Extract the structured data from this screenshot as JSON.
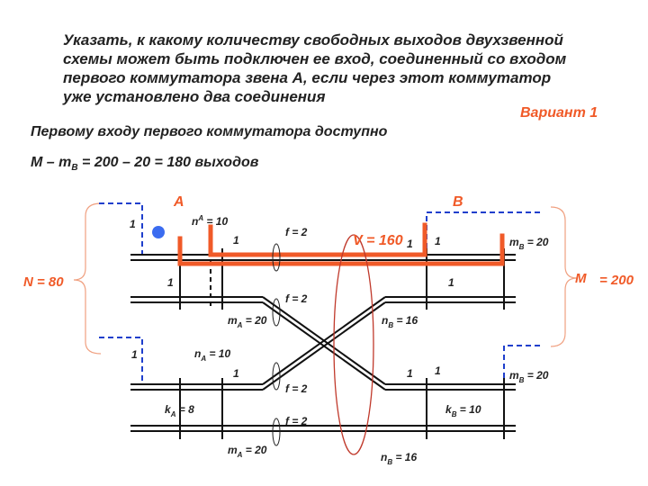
{
  "title_lines": [
    "Указать, к какому количеству свободных выходов двухзвенной",
    "схемы  может быть подключен ее вход, соединенный со входом",
    "первого  коммутатора звена  А, если через этот коммутатор",
    "уже установлено два соединения"
  ],
  "variant": "Вариант 1",
  "subtitle": "Первому входу первого коммутатора доступно",
  "formula": {
    "lead": "M – m",
    "sub": "B",
    "tail": " = 200 – 20 = 180 выходов"
  },
  "diagram": {
    "stage_a": "A",
    "stage_b": "B",
    "n_total": "N = 80",
    "m_total": "M",
    "m_total_value": "= 200",
    "v_label": "V = 160",
    "f_label": "f = 2",
    "one": "1",
    "n_a": {
      "lead": "n",
      "sub": "A",
      "tail": " = 10"
    },
    "m_a": {
      "lead": "m",
      "sub": "A",
      "tail": " = 20"
    },
    "n_b": {
      "lead": "n",
      "sub": "B",
      "tail": " = 16"
    },
    "m_b": {
      "lead": "m",
      "sub": "B",
      "tail": " = 20"
    },
    "k_a": {
      "lead": "k",
      "sub": "A",
      "tail": " = 8"
    },
    "k_b": {
      "lead": "k",
      "sub": "B",
      "tail": " = 10"
    }
  },
  "colors": {
    "accent": "#f05a28",
    "dashed_blue": "#1f3fcc",
    "dot_blue": "#3b6cf0",
    "ellipse_red": "#c0392b"
  }
}
